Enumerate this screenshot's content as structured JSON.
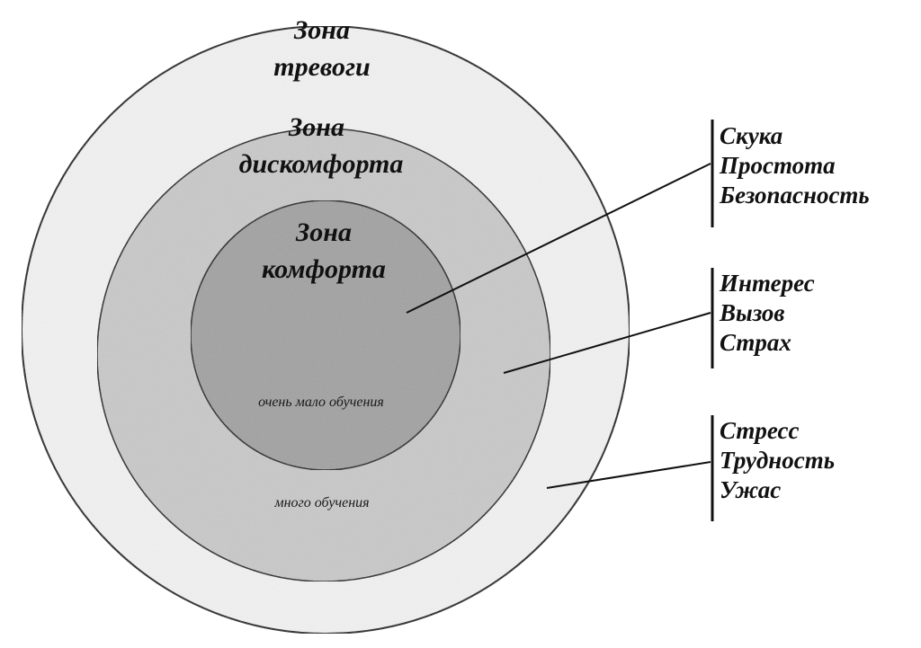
{
  "zones": {
    "anxiety": {
      "title_line1": "Зона",
      "title_line2": "тревоги",
      "fill": "#f2f2f2"
    },
    "discomfort": {
      "title_line1": "Зона",
      "title_line2": "дискомфорта",
      "note": "много обучения",
      "fill": "#c9c9c9"
    },
    "comfort": {
      "title_line1": "Зона",
      "title_line2": "комфорта",
      "note": "очень мало обучения",
      "fill": "#a2a2a2"
    }
  },
  "groups": {
    "comfort": {
      "items": [
        "Скука",
        "Простота",
        "Безопасность"
      ]
    },
    "discomfort": {
      "items": [
        "Интерес",
        "Вызов",
        "Страх"
      ]
    },
    "anxiety": {
      "items": [
        "Стресс",
        "Трудность",
        "Ужас"
      ]
    }
  },
  "colors": {
    "stroke": "#111111",
    "text": "#111111"
  }
}
